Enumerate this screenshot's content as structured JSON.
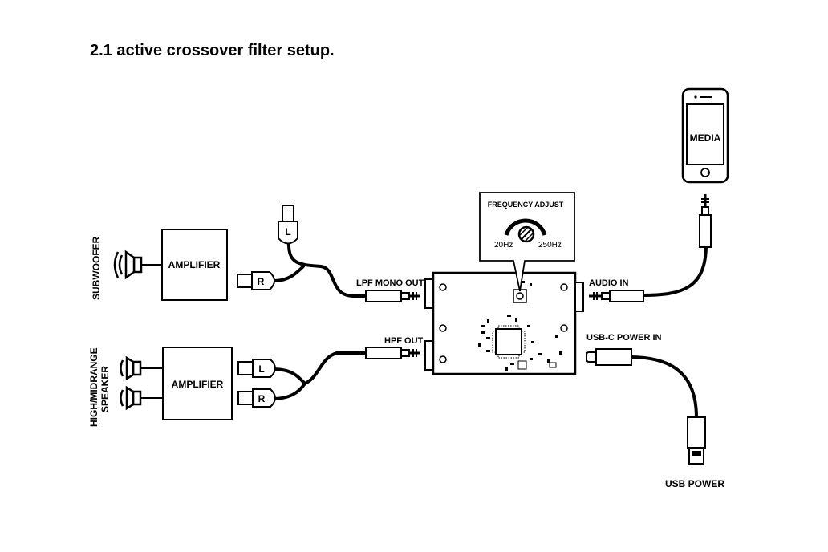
{
  "title": "2.1 active crossover filter setup.",
  "labels": {
    "subwoofer": "SUBWOOFER",
    "high_midrange_line1": "HIGH/MIDRANGE",
    "high_midrange_line2": "SPEAKER",
    "amplifier_top": "AMPLIFIER",
    "amplifier_bottom": "AMPLIFIER",
    "plug_l_top": "L",
    "plug_r_top": "R",
    "plug_l_bottom": "L",
    "plug_r_bottom": "R",
    "lpf_mono_out": "LPF MONO OUT",
    "hpf_out": "HPF OUT",
    "frequency_adjust": "FREQUENCY ADJUST",
    "freq_min": "20Hz",
    "freq_max": "250Hz",
    "audio_in": "AUDIO IN",
    "usbc_power_in": "USB-C POWER IN",
    "media": "MEDIA",
    "usb_power": "USB POWER"
  },
  "colors": {
    "line": "#000000",
    "background": "#ffffff"
  }
}
